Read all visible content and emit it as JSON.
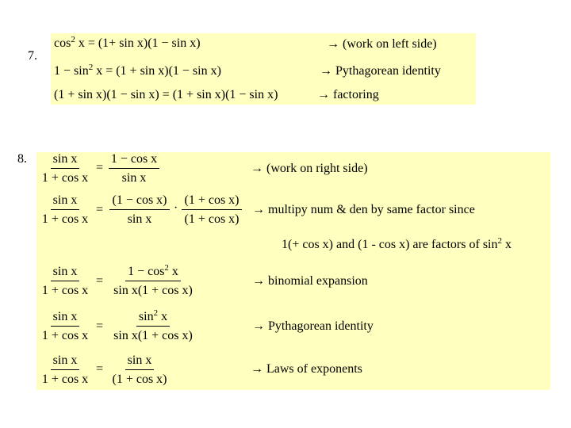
{
  "p7": {
    "number": "7.",
    "lines": [
      {
        "lhs_a": "cos",
        "lhs_sup": "2",
        "lhs_b": " x = (1+ sin x)(1 − sin x)",
        "note": "→  (work on left side)"
      },
      {
        "lhs_a": "1 − sin",
        "lhs_sup": "2",
        "lhs_b": " x = (1 + sin x)(1 − sin x)",
        "note": "→  Pythagorean identity"
      },
      {
        "lhs_a": "(1 + sin x)(1 − sin x) = (1 + sin x)(1 − sin x)",
        "lhs_sup": "",
        "lhs_b": "",
        "note": "→  factoring"
      }
    ]
  },
  "p8": {
    "number": "8.",
    "common_num": "sin x",
    "common_den": "1 + cos x",
    "rows": [
      {
        "rnum": "1 − cos x",
        "rden": "sin x",
        "note": "→  (work on right side)"
      },
      {
        "rnum": "(1 − cos x)",
        "rden": "sin x",
        "rnum2": "(1 + cos x)",
        "rden2": "(1 + cos x)",
        "note": "→  multipy num   &  den by same factor since"
      },
      {
        "rnum_a": "1 − cos",
        "rnum_sup": "2",
        "rnum_b": " x",
        "rden": "sin x(1 + cos x)",
        "note": "→  binomial expansion"
      },
      {
        "rnum_a": "sin",
        "rnum_sup": "2",
        "rnum_b": " x",
        "rden": "sin x(1 + cos x)",
        "note": "→  Pythagorean identity"
      },
      {
        "rnum": "sin x",
        "rden": "(1 + cos x)",
        "note": "→  Laws of exponents"
      }
    ],
    "continuation": {
      "a": "1(+ cos x) and (1 - cos x) are factors of  sin",
      "sup": "2",
      "b": " x"
    }
  }
}
